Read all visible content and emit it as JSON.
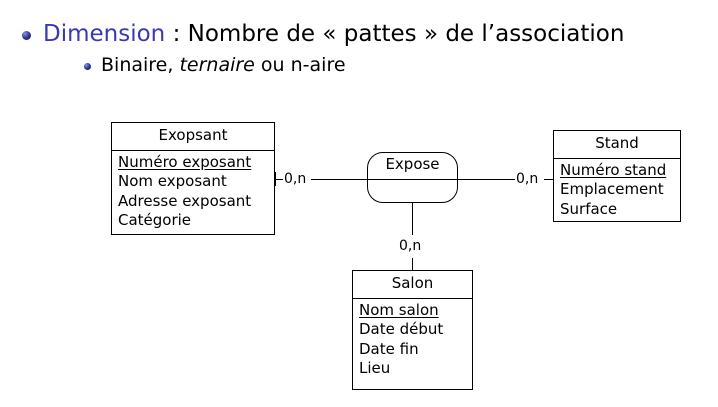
{
  "slide": {
    "bullets": [
      {
        "level": 1,
        "keyword": "Dimension",
        "rest": " : Nombre de « pattes » de l’association",
        "bullet_color": "#2a31a0"
      },
      {
        "level": 2,
        "before_italic": "Binaire, ",
        "italic": "ternaire",
        "after_italic": " ou n-aire",
        "bullet_color": "#2a31a0"
      }
    ]
  },
  "diagram": {
    "type": "entity-relationship",
    "entities": [
      {
        "id": "exopsant",
        "title": "Exopsant",
        "attributes": [
          {
            "label": "Numéro exposant",
            "primary_key": true
          },
          {
            "label": "Nom exposant",
            "primary_key": false
          },
          {
            "label": "Adresse exposant",
            "primary_key": false
          },
          {
            "label": "Catégorie",
            "primary_key": false
          }
        ]
      },
      {
        "id": "stand",
        "title": "Stand",
        "attributes": [
          {
            "label": "Numéro stand",
            "primary_key": true
          },
          {
            "label": "Emplacement",
            "primary_key": false
          },
          {
            "label": "Surface",
            "primary_key": false
          }
        ]
      },
      {
        "id": "salon",
        "title": "Salon",
        "attributes": [
          {
            "label": "Nom salon",
            "primary_key": true
          },
          {
            "label": "Date début",
            "primary_key": false
          },
          {
            "label": "Date fin",
            "primary_key": false
          },
          {
            "label": "Lieu",
            "primary_key": false
          }
        ]
      }
    ],
    "relationship": {
      "id": "expose",
      "name": "Expose",
      "legs": [
        {
          "entity": "exopsant",
          "cardinality": "0,n",
          "side": "left"
        },
        {
          "entity": "stand",
          "cardinality": "0,n",
          "side": "right"
        },
        {
          "entity": "salon",
          "cardinality": "0,n",
          "side": "bottom"
        }
      ]
    }
  }
}
